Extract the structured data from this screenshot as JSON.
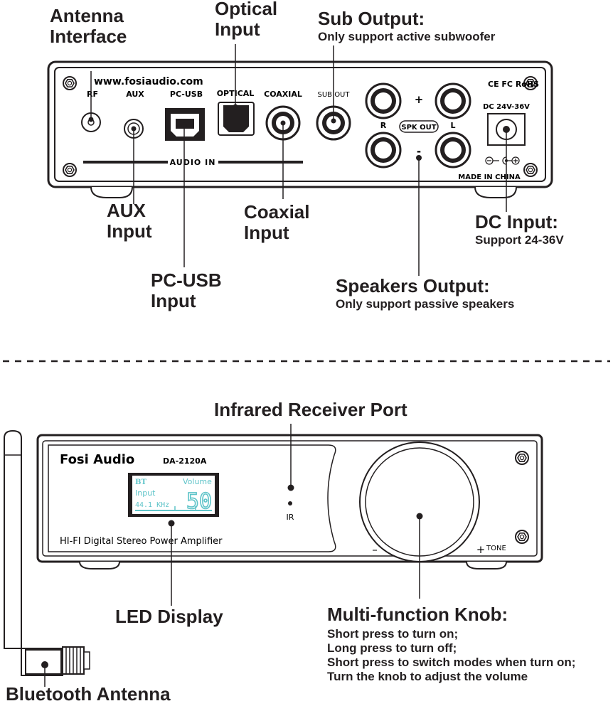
{
  "rear": {
    "website": "www.fosiaudio.com",
    "rf": "RF",
    "aux": "AUX",
    "pcusb": "PC-USB",
    "optical": "OPTICAL",
    "coaxial": "COAXIAL",
    "sub_out": "SUB OUT",
    "audio_in": "AUDIO  IN",
    "plus": "+",
    "minus": "-",
    "r": "R",
    "l": "L",
    "spk_out": "SPK OUT",
    "certs": "CE FC RoHS",
    "dc_rating": "DC 24V-36V",
    "made_in": "MADE IN CHINA"
  },
  "front": {
    "brand": "Fosi  Audio",
    "model": "DA-2120A",
    "tagline": "HI-FI Digital Stereo Power Amplifier",
    "ir": "IR",
    "knob_minus": "–",
    "knob_plus": "+",
    "tone": "TONE",
    "display": {
      "mode": "BT",
      "input": "Input",
      "rate": "44.1 KHz",
      "volume_label": "Volume",
      "volume_value": "50"
    }
  },
  "callouts": {
    "antenna": {
      "lines": [
        "Antenna",
        "Interface"
      ]
    },
    "optical": {
      "lines": [
        "Optical",
        "Input"
      ]
    },
    "sub": {
      "title": "Sub Output:",
      "desc": "Only support active subwoofer"
    },
    "aux": {
      "lines": [
        "AUX",
        "Input"
      ]
    },
    "coaxial": {
      "lines": [
        "Coaxial",
        "Input"
      ]
    },
    "dc": {
      "title": "DC Input:",
      "desc": "Support 24-36V"
    },
    "pcusb": {
      "lines": [
        "PC-USB",
        "Input"
      ]
    },
    "speakers": {
      "title": "Speakers Output:",
      "desc": "Only support passive speakers"
    },
    "ir_port": {
      "title": "Infrared Receiver Port"
    },
    "led": {
      "title": "LED Display"
    },
    "knob": {
      "title": "Multi-function Knob:",
      "lines": [
        "Short press to turn on;",
        "Long press to turn off;",
        "Short press to switch modes when turn on;",
        "Turn the knob to adjust the volume"
      ]
    },
    "bt": {
      "title": "Bluetooth Antenna"
    }
  },
  "colors": {
    "ink": "#231f20",
    "lcd_bg": "#ffffff",
    "lcd_text": "#5fc4c9",
    "line": "#231f20"
  }
}
